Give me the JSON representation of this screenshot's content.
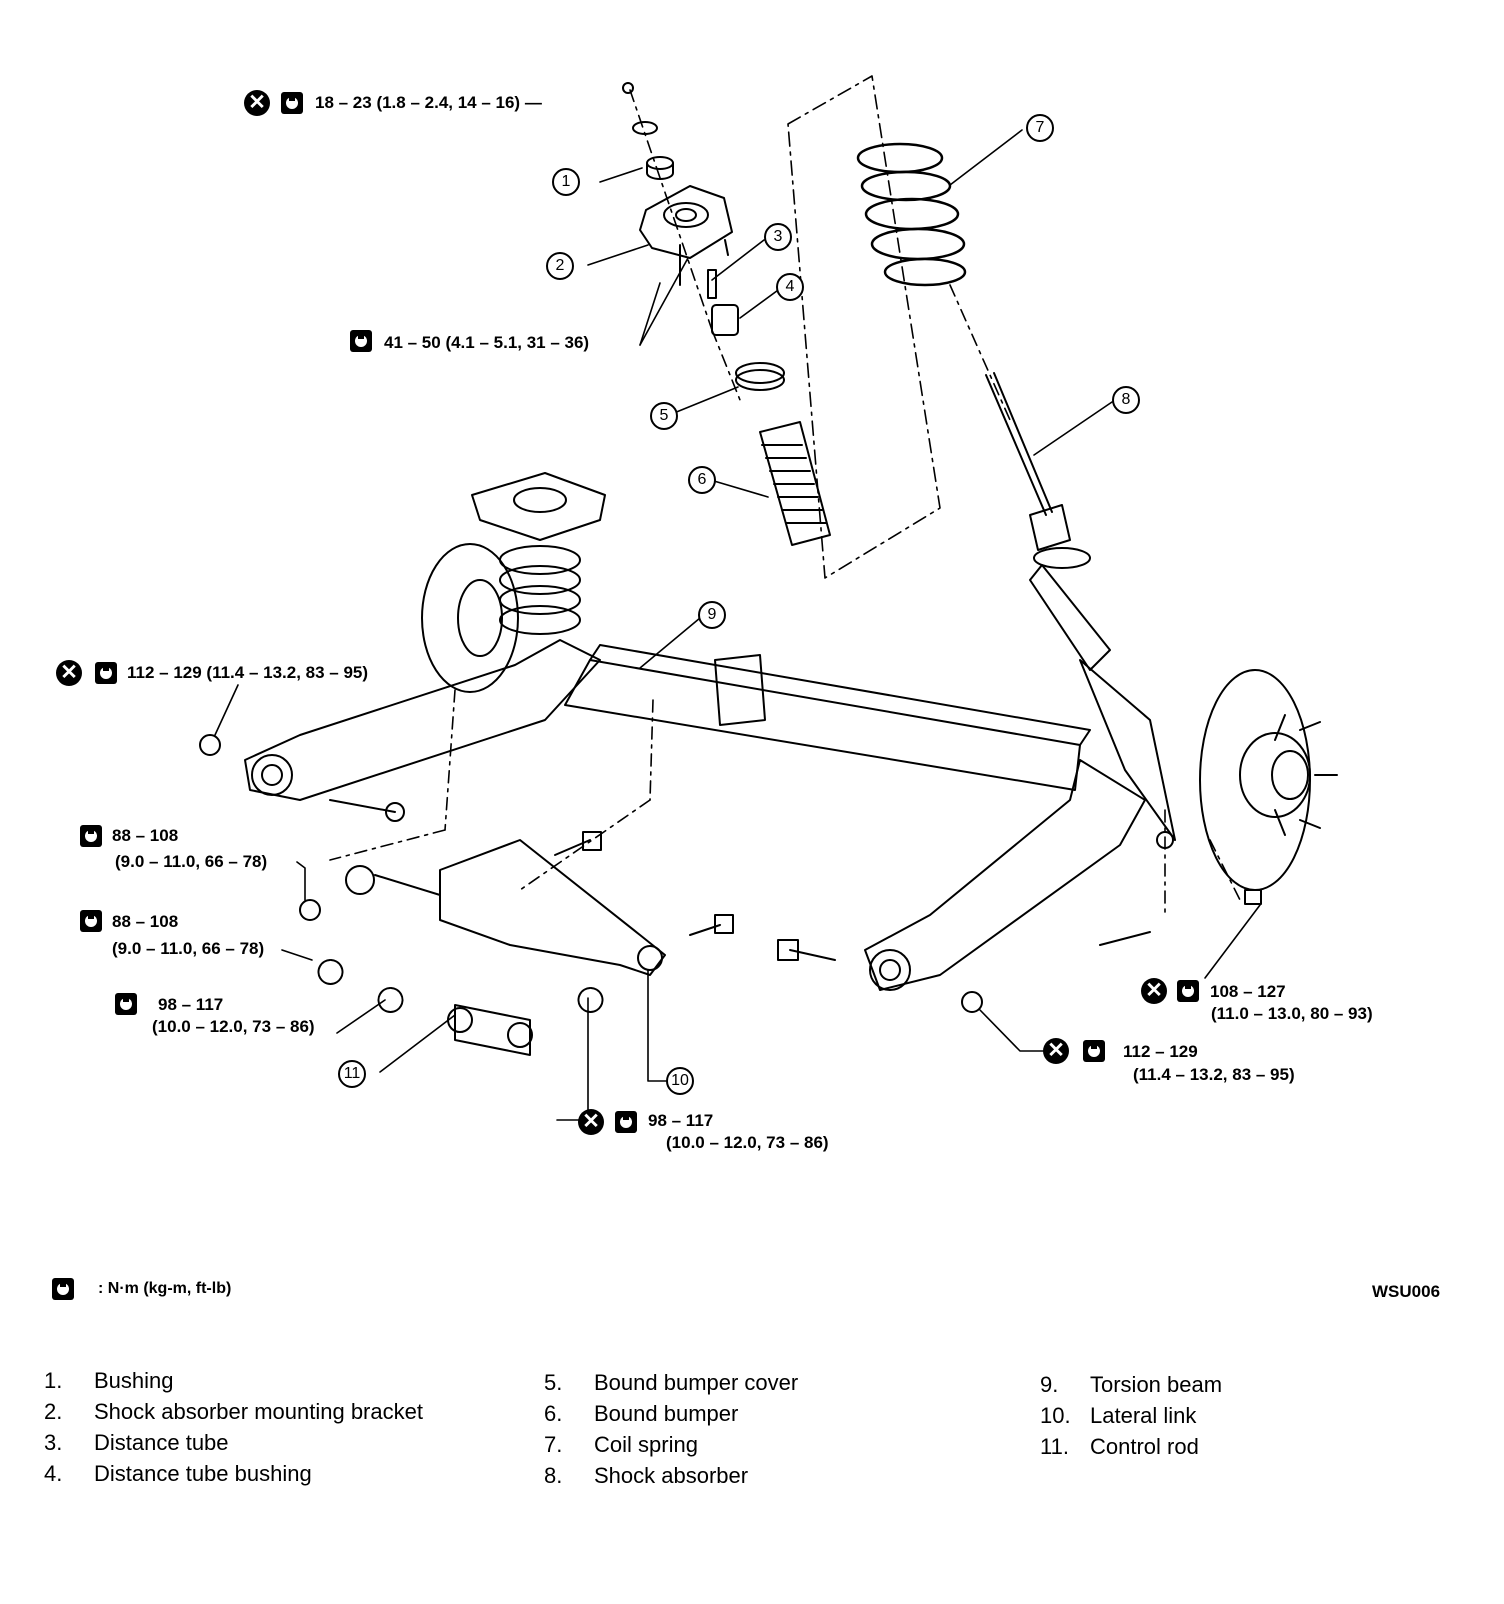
{
  "torques": {
    "t1": "18 – 23 (1.8 – 2.4, 14 – 16) —",
    "t2": "41 – 50 (4.1 – 5.1, 31 – 36)",
    "t3": "112 – 129 (11.4 – 13.2, 83 – 95)",
    "t4a": "88 – 108",
    "t4b": "(9.0 – 11.0, 66 – 78)",
    "t5a": "88 – 108",
    "t5b": "(9.0 – 11.0, 66 – 78)",
    "t6a": "98 – 117",
    "t6b": "(10.0 – 12.0, 73 – 86)",
    "t7a": "98 – 117",
    "t7b": "(10.0 – 12.0, 73 – 86)",
    "t8a": "108 – 127",
    "t8b": "(11.0 – 13.0, 80 – 93)",
    "t9a": "112 – 129",
    "t9b": "(11.4 – 13.2, 83 – 95)"
  },
  "callouts": [
    "1",
    "2",
    "3",
    "4",
    "5",
    "6",
    "7",
    "8",
    "9",
    "10",
    "11"
  ],
  "unit_legend": ": N·m (kg-m, ft-lb)",
  "diagram_code": "WSU006",
  "parts": [
    {
      "num": "1.",
      "name": "Bushing"
    },
    {
      "num": "2.",
      "name": "Shock absorber mounting bracket"
    },
    {
      "num": "3.",
      "name": "Distance tube"
    },
    {
      "num": "4.",
      "name": "Distance tube bushing"
    },
    {
      "num": "5.",
      "name": "Bound bumper cover"
    },
    {
      "num": "6.",
      "name": "Bound bumper"
    },
    {
      "num": "7.",
      "name": "Coil spring"
    },
    {
      "num": "8.",
      "name": "Shock absorber"
    },
    {
      "num": "9.",
      "name": "Torsion beam"
    },
    {
      "num": "10.",
      "name": "Lateral link"
    },
    {
      "num": "11.",
      "name": "Control rod"
    }
  ],
  "icons": {
    "torque": "torque-wrench-icon",
    "replace": "do-not-reuse-icon"
  }
}
